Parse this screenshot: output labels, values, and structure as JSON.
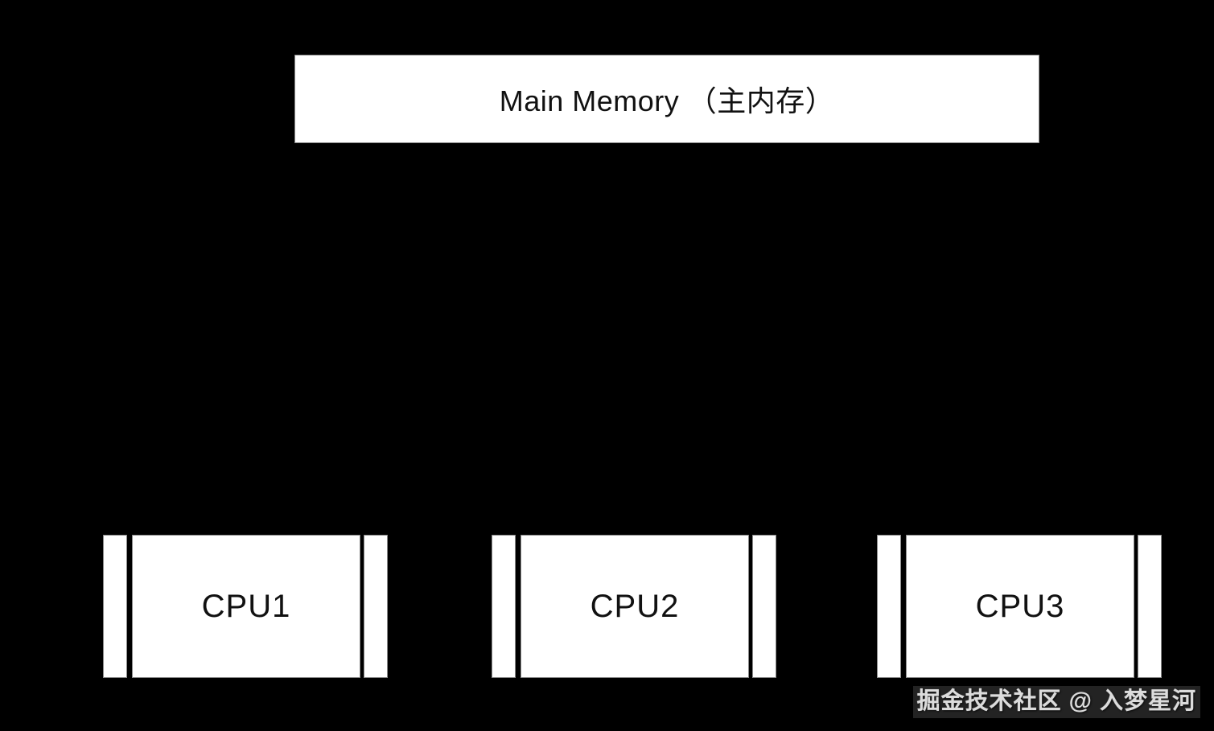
{
  "memory": {
    "label": "Main Memory （主内存）"
  },
  "cpus": [
    {
      "label": "CPU1"
    },
    {
      "label": "CPU2"
    },
    {
      "label": "CPU3"
    }
  ],
  "watermark": {
    "text": "掘金技术社区 @ 入梦星河"
  },
  "colors": {
    "background": "#000000",
    "box_fill": "#ffffff",
    "box_border": "#8a8a8a",
    "box_text": "#111111",
    "watermark_text": "#dcdcdc"
  }
}
